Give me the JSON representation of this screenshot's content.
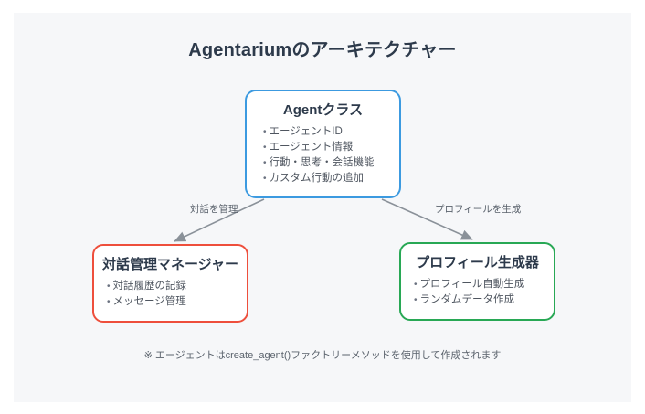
{
  "diagram": {
    "title": "Agentariumのアーキテクチャー",
    "footnote": "※ エージェントはcreate_agent()ファクトリーメソッドを使用して作成されます",
    "background_color": "#f6f7f9",
    "title_color": "#2d3a4b",
    "nodes": [
      {
        "id": "agent-class",
        "title": "Agentクラス",
        "border_color": "#3c9ae0",
        "items": [
          "エージェントID",
          "エージェント情報",
          "行動・思考・会話機能",
          "カスタム行動の追加"
        ]
      },
      {
        "id": "conversation-manager",
        "title": "対話管理マネージャー",
        "border_color": "#ee4f3c",
        "items": [
          "対話履歴の記録",
          "メッセージ管理"
        ]
      },
      {
        "id": "profile-generator",
        "title": "プロフィール生成器",
        "border_color": "#28a855",
        "items": [
          "プロフィール自動生成",
          "ランダムデータ作成"
        ]
      }
    ],
    "edges": [
      {
        "id": "edge-left",
        "from": "agent-class",
        "to": "conversation-manager",
        "label": "対話を管理",
        "color": "#8a9199"
      },
      {
        "id": "edge-right",
        "from": "agent-class",
        "to": "profile-generator",
        "label": "プロフィールを生成",
        "color": "#8a9199"
      }
    ]
  }
}
